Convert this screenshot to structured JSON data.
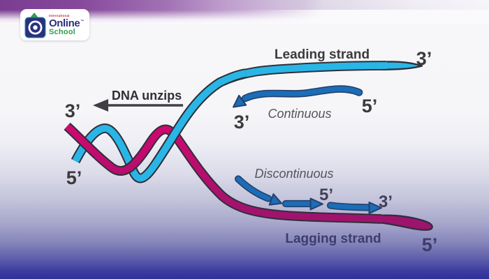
{
  "logo": {
    "line1": "International",
    "line2": "Online",
    "trademark": "™",
    "line3": "School"
  },
  "diagram": {
    "title_leading": "Leading strand",
    "title_lagging": "Lagging strand",
    "dna_unzips": "DNA unzips",
    "continuous": "Continuous",
    "discontinuous": "Discontinuous",
    "labels": {
      "template_top": "3’",
      "template_bottom": "5’",
      "leading_end": "3’",
      "continuous_start": "5’",
      "continuous_end": "3’",
      "okazaki_mid": "5’",
      "okazaki_end": "3’",
      "lagging_end": "5’"
    },
    "colors": {
      "leading_strand": "#29b6e6",
      "lagging_strand_top": "#d2076f",
      "lagging_strand_bottom": "#97156d",
      "strand_outline": "#2f2f3a",
      "arrow_blue": "#1a6db8",
      "arrow_outline": "#27406a",
      "unzip_arrow": "#3f3f46",
      "text_dark": "#3b3b3b",
      "text_gray": "#55555c",
      "text_navy": "#3c3c6e",
      "background_top_band": "#7b3d92",
      "background_bottom": "#2e2f99",
      "logo_navy": "#2e2f7b",
      "logo_green": "#2f9e49",
      "logo_red": "#c2283c"
    }
  }
}
